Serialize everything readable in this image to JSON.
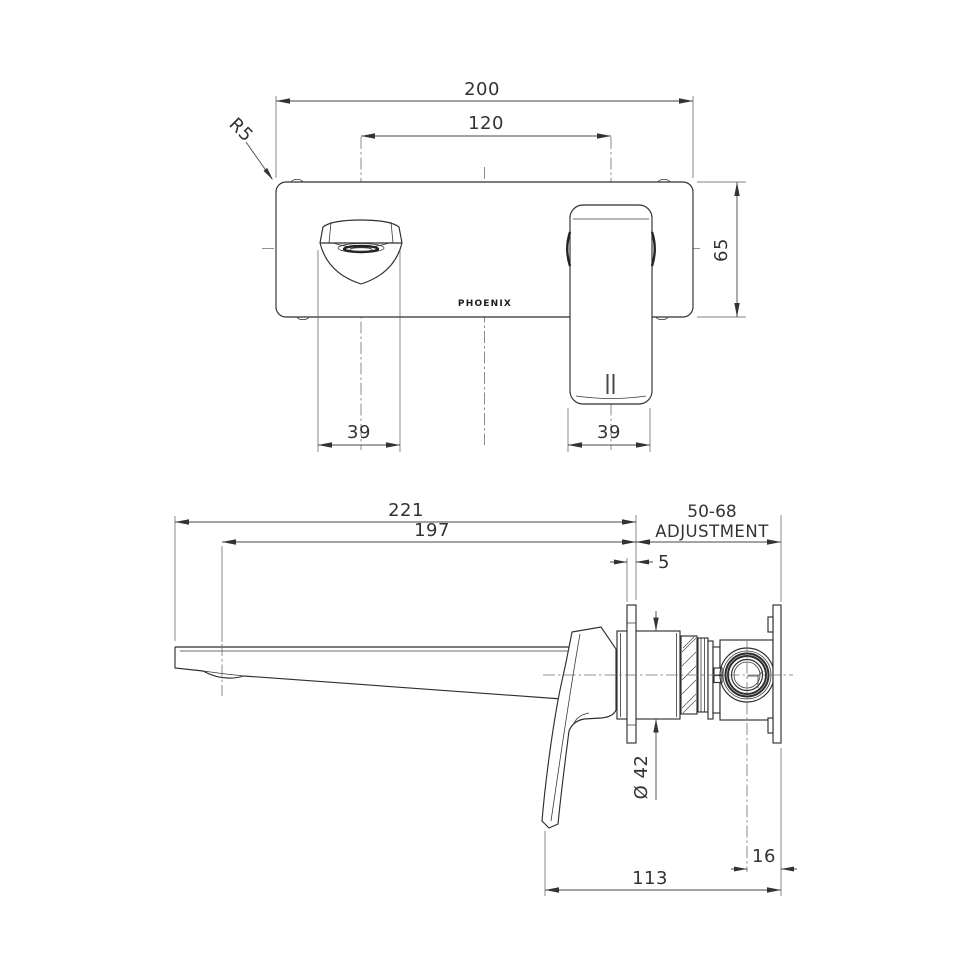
{
  "drawing": {
    "brand_logo": "PHOENIX",
    "front_view": {
      "overall_width": "200",
      "hole_centres": "120",
      "corner_radius": "R5",
      "plate_height": "65",
      "spout_escutcheon_width": "39",
      "handle_escutcheon_width": "39"
    },
    "side_view": {
      "overall_projection": "221",
      "aerator_projection": "197",
      "adjustment_range": "50-68",
      "adjustment_word": "ADJUSTMENT",
      "plate_thickness": "5",
      "body_diameter": "Ø 42",
      "outlet_offset": "16",
      "handle_drop": "113"
    }
  }
}
